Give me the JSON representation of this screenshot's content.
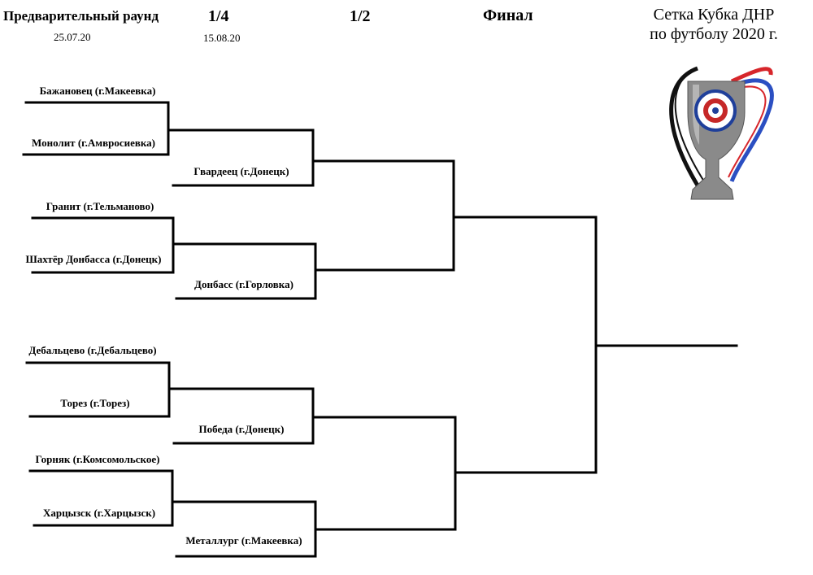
{
  "headers": {
    "prelim": "Предварительный раунд",
    "prelim_date": "25.07.20",
    "quarter": "1/4",
    "quarter_date": "15.08.20",
    "semi": "1/2",
    "final": "Финал"
  },
  "title": {
    "line1": "Сетка Кубка ДНР",
    "line2": "по футболу 2020 г."
  },
  "teams": {
    "prelim": [
      "Бажановец (г.Макеевка)",
      "Монолит (г.Амвросиевка)",
      "Гранит (г.Тельманово)",
      "Шахтёр Донбасса (г.Донецк)",
      "Дебальцево (г.Дебальцево)",
      "Торез (г.Торез)",
      "Горняк (г.Комсомольское)",
      "Харцызск (г.Харцызск)"
    ],
    "quarter": [
      "Гвардеец (г.Донецк)",
      "Донбасс (г.Горловка)",
      "Победа (г.Донецк)",
      "Металлург (г.Макеевка)"
    ]
  }
}
